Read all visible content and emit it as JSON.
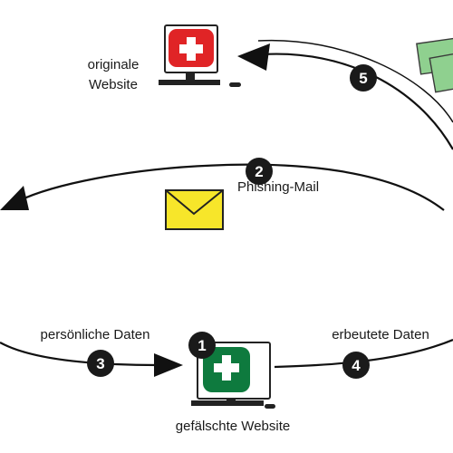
{
  "nodes": {
    "original_website": {
      "label_line1": "originale",
      "label_line2": "Website",
      "screen_color": "#e02426"
    },
    "fake_website": {
      "label": "gefälschte Website",
      "screen_color": "#0e7a3e"
    },
    "mail": {
      "label": "Phishing-Mail",
      "envelope_color": "#f7e62a"
    },
    "money": {
      "note_color": "#8fd08f"
    }
  },
  "edges": {
    "personal_data": {
      "label": "persönliche Daten"
    },
    "stolen_data": {
      "label": "erbeutete Daten"
    }
  },
  "steps": [
    "1",
    "2",
    "3",
    "4",
    "5"
  ],
  "colors": {
    "line": "#111111",
    "badge": "#1a1a1a",
    "monitor_frame": "#222222"
  }
}
